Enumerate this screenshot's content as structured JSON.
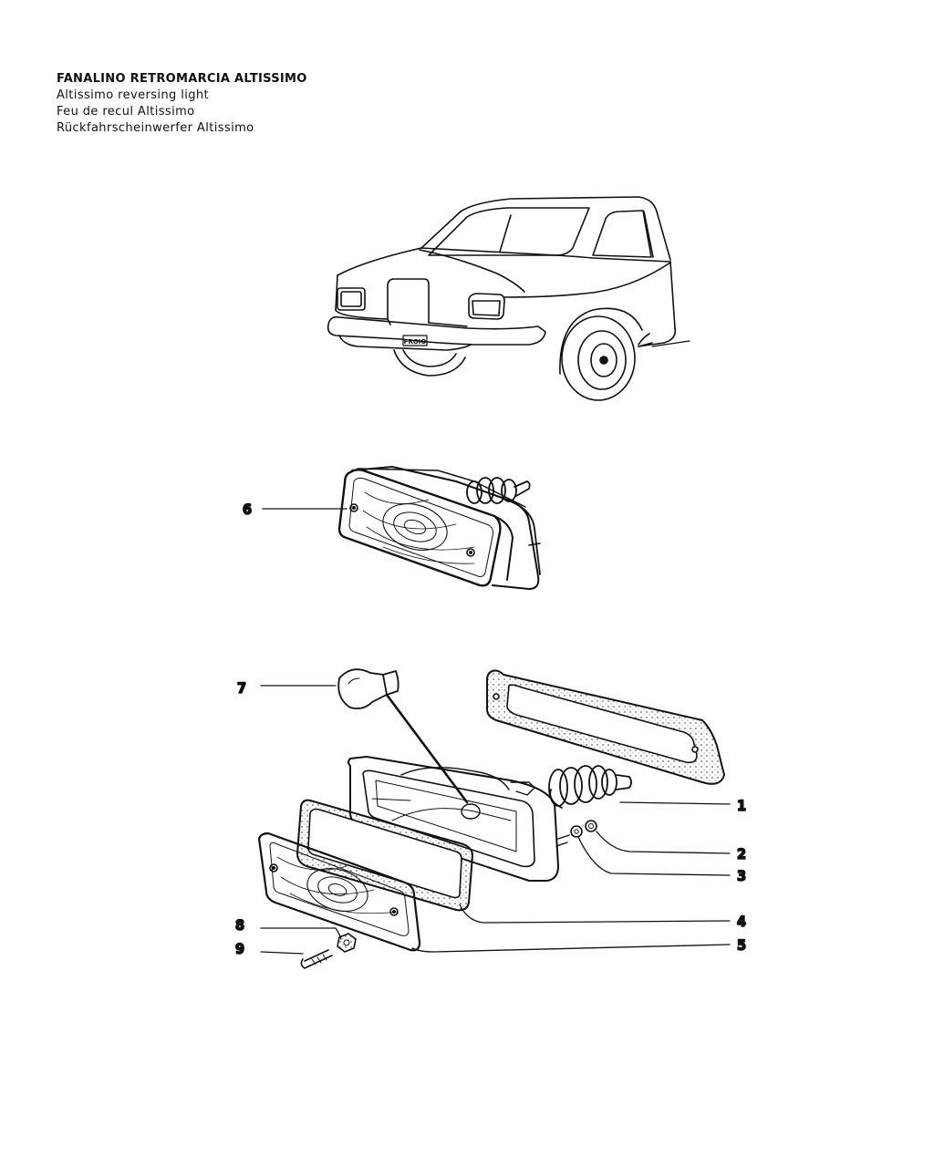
{
  "title": {
    "italian": "FANALINO RETROMARCIA ALTISSIMO",
    "english": "Altissimo reversing light",
    "french": "Feu de recul Altissimo",
    "german": "Rückfahrscheinwerfer Altissimo"
  },
  "car_badge": "FROIO",
  "callouts": [
    {
      "id": "1",
      "label": "1"
    },
    {
      "id": "2",
      "label": "2"
    },
    {
      "id": "3",
      "label": "3"
    },
    {
      "id": "4",
      "label": "4"
    },
    {
      "id": "5",
      "label": "5"
    },
    {
      "id": "6",
      "label": "6"
    },
    {
      "id": "7",
      "label": "7"
    },
    {
      "id": "8",
      "label": "8"
    },
    {
      "id": "9",
      "label": "9"
    }
  ]
}
